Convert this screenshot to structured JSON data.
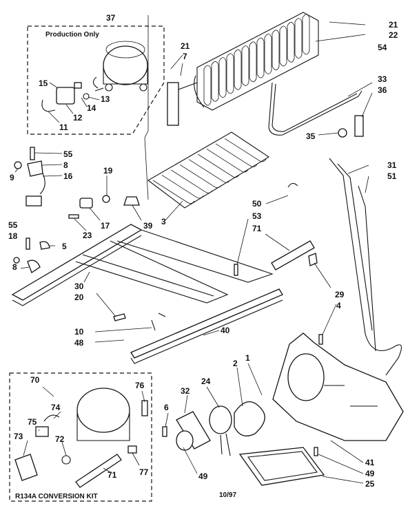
{
  "callouts": {
    "production_only": "Production Only",
    "conversion_kit": "R134A CONVERSION KIT",
    "date_code": "10/97"
  },
  "part_numbers": {
    "n37": "37",
    "n21a": "21",
    "n22": "22",
    "n54": "54",
    "n21b": "21",
    "n7": "7",
    "n15": "15",
    "n13": "13",
    "n14": "14",
    "n12": "12",
    "n11": "11",
    "n33": "33",
    "n36": "36",
    "n35": "35",
    "n55a": "55",
    "n8a": "8",
    "n16": "16",
    "n9": "9",
    "n19": "19",
    "n31": "31",
    "n51": "51",
    "n17": "17",
    "n39": "39",
    "n23": "23",
    "n3": "3",
    "n50": "50",
    "n53": "53",
    "n71a": "71",
    "n55b": "55",
    "n18": "18",
    "n5": "5",
    "n8b": "8",
    "n30": "30",
    "n20": "20",
    "n29": "29",
    "n4": "4",
    "n10": "10",
    "n48": "48",
    "n40": "40",
    "n70": "70",
    "n76": "76",
    "n74": "74",
    "n75": "75",
    "n73": "73",
    "n72": "72",
    "n71b": "71",
    "n77": "77",
    "n6": "6",
    "n32": "32",
    "n24": "24",
    "n2": "2",
    "n1": "1",
    "n49a": "49",
    "n41": "41",
    "n49b": "49",
    "n25": "25"
  }
}
